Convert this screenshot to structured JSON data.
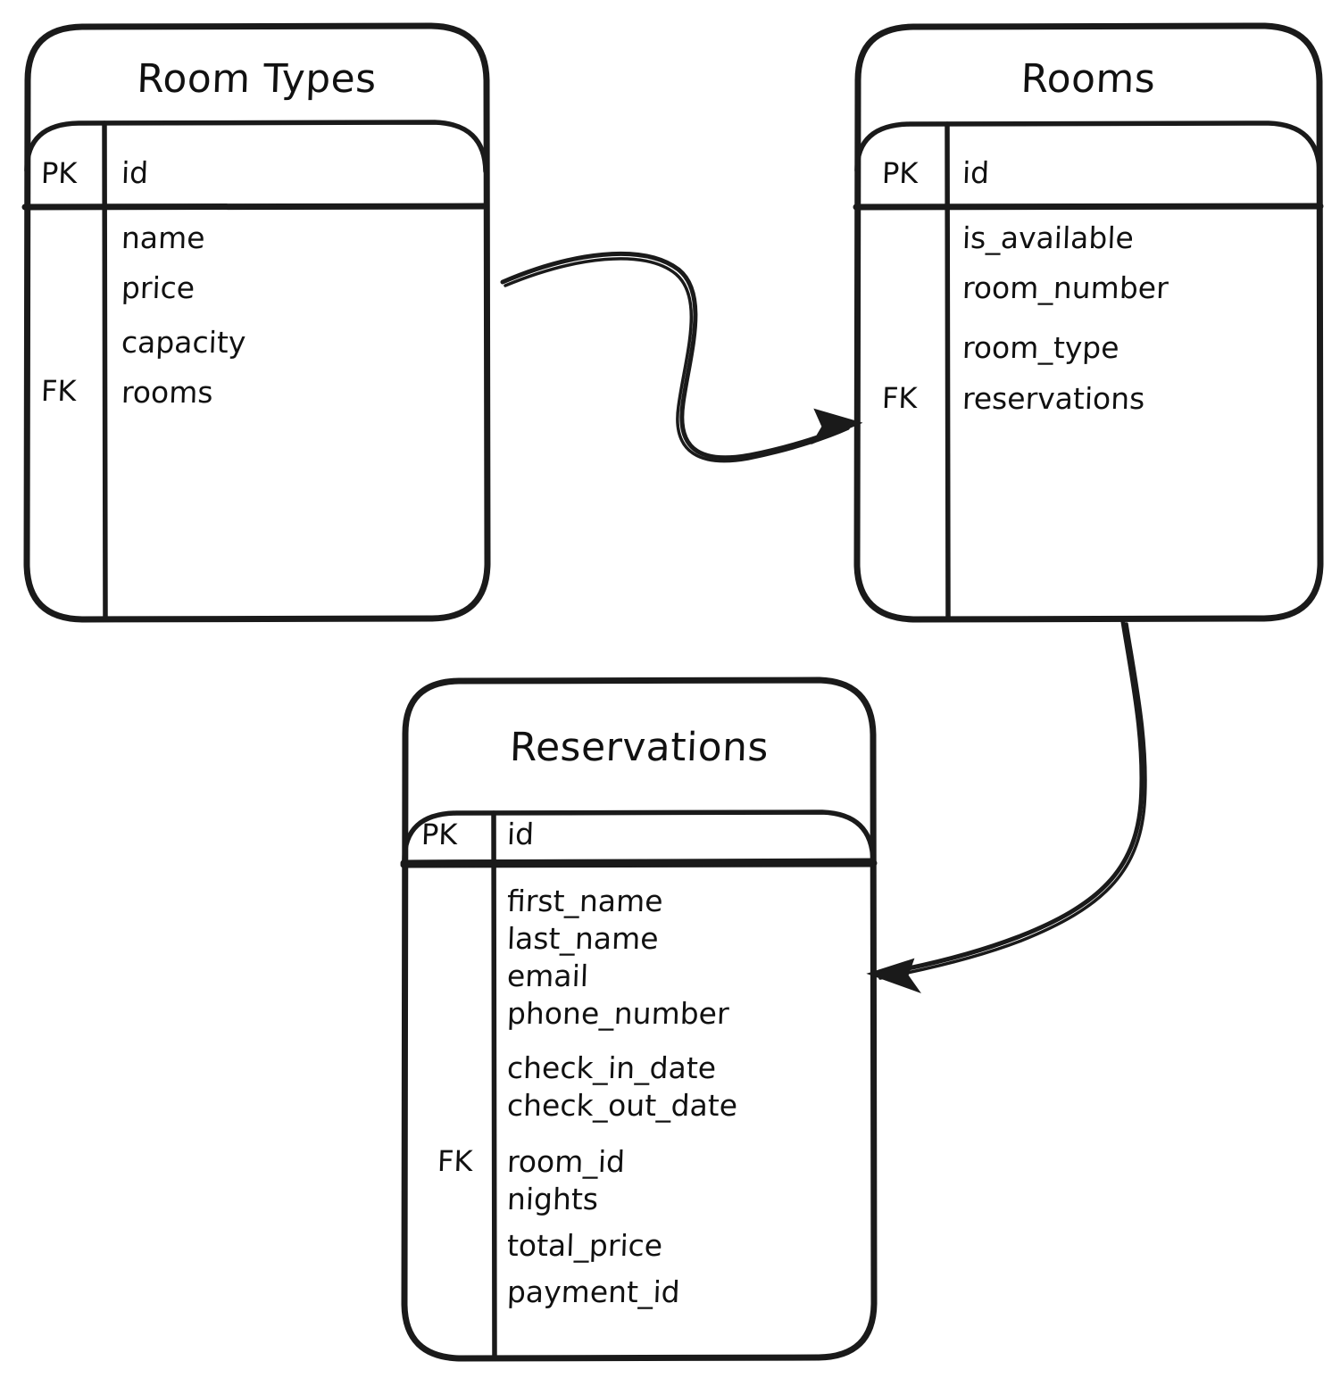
{
  "diagram": {
    "kind": "entity-relationship-diagram",
    "style": "hand-drawn",
    "background_color": "#ffffff",
    "stroke_color": "#1a1a1a",
    "entities": [
      {
        "id": "room-types",
        "title": "Room Types",
        "primary_key": {
          "label": "PK",
          "field": "id"
        },
        "foreign_key_label": "FK",
        "fields": [
          {
            "name": "name",
            "key": ""
          },
          {
            "name": "price",
            "key": ""
          },
          {
            "name": "capacity",
            "key": ""
          },
          {
            "name": "rooms",
            "key": "FK"
          }
        ]
      },
      {
        "id": "rooms",
        "title": "Rooms",
        "primary_key": {
          "label": "PK",
          "field": "id"
        },
        "foreign_key_label": "FK",
        "fields": [
          {
            "name": "is_available",
            "key": ""
          },
          {
            "name": "room_number",
            "key": ""
          },
          {
            "name": "room_type",
            "key": ""
          },
          {
            "name": "reservations",
            "key": "FK"
          }
        ]
      },
      {
        "id": "reservations",
        "title": "Reservations",
        "primary_key": {
          "label": "PK",
          "field": "id"
        },
        "foreign_key_label": "FK",
        "fields": [
          {
            "name": "first_name",
            "key": ""
          },
          {
            "name": "last_name",
            "key": ""
          },
          {
            "name": "email",
            "key": ""
          },
          {
            "name": "phone_number",
            "key": ""
          },
          {
            "name": "check_in_date",
            "key": ""
          },
          {
            "name": "check_out_date",
            "key": ""
          },
          {
            "name": "room_id",
            "key": "FK"
          },
          {
            "name": "nights",
            "key": ""
          },
          {
            "name": "total_price",
            "key": ""
          },
          {
            "name": "payment_id",
            "key": ""
          }
        ]
      }
    ],
    "relationships": [
      {
        "id": "room-types-to-rooms",
        "from": "room-types",
        "to": "rooms",
        "arrow": "to"
      },
      {
        "id": "rooms-to-reservations",
        "from": "rooms",
        "to": "reservations",
        "arrow": "to"
      }
    ]
  }
}
